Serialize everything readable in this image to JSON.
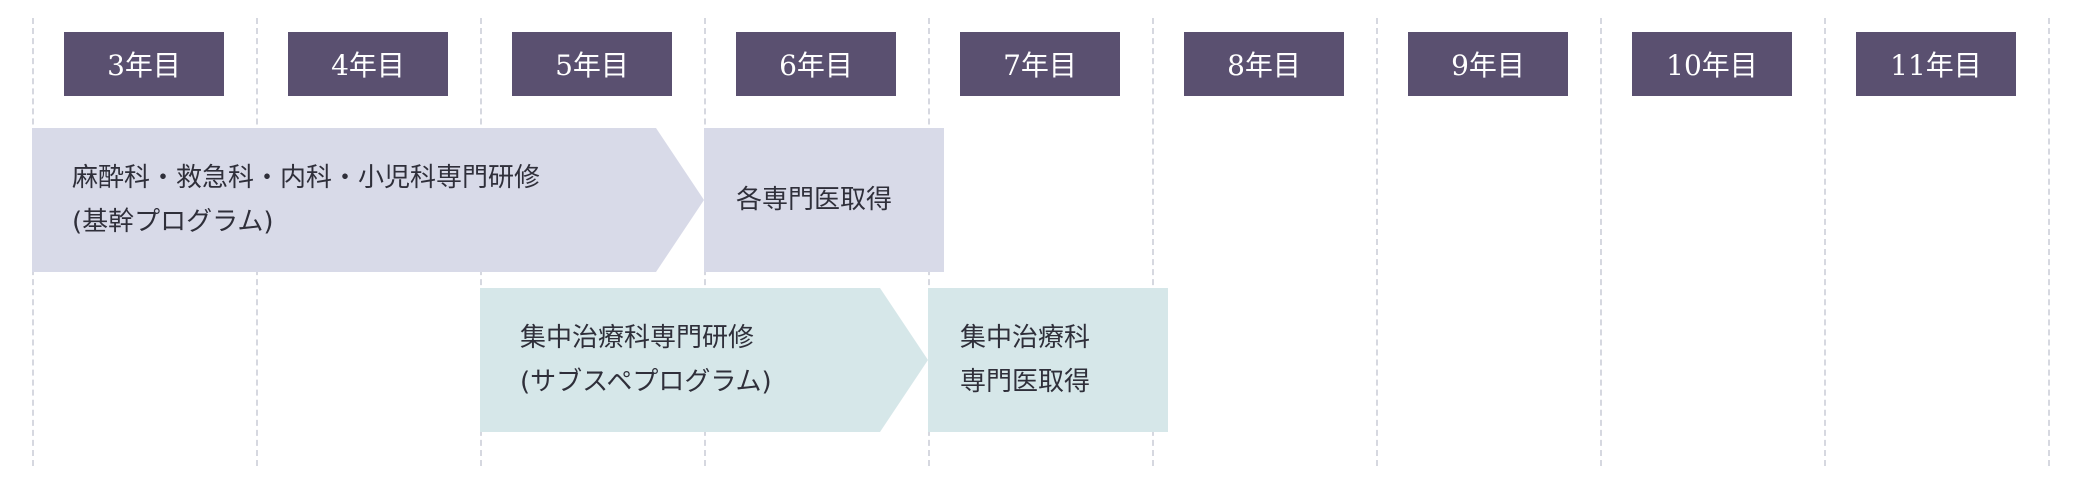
{
  "years": [
    "3年目",
    "4年目",
    "5年目",
    "6年目",
    "7年目",
    "8年目",
    "9年目",
    "10年目",
    "11年目"
  ],
  "colors": {
    "year_header_bg": "#5a5070",
    "year_header_text": "#ffffff",
    "base_program_bg": "#d8dae8",
    "subspecialty_bg": "#d6e7e9",
    "divider": "#d6d8e0"
  },
  "tracks": {
    "base": {
      "training": {
        "line1": "麻酔科・救急科・内科・小児科専門研修",
        "line2": "(基幹プログラム)"
      },
      "certification": {
        "line1": "各専門医取得"
      }
    },
    "subspecialty": {
      "training": {
        "line1": "集中治療科専門研修",
        "line2": "(サブスペプログラム)"
      },
      "certification": {
        "line1": "集中治療科",
        "line2": "専門医取得"
      }
    }
  }
}
